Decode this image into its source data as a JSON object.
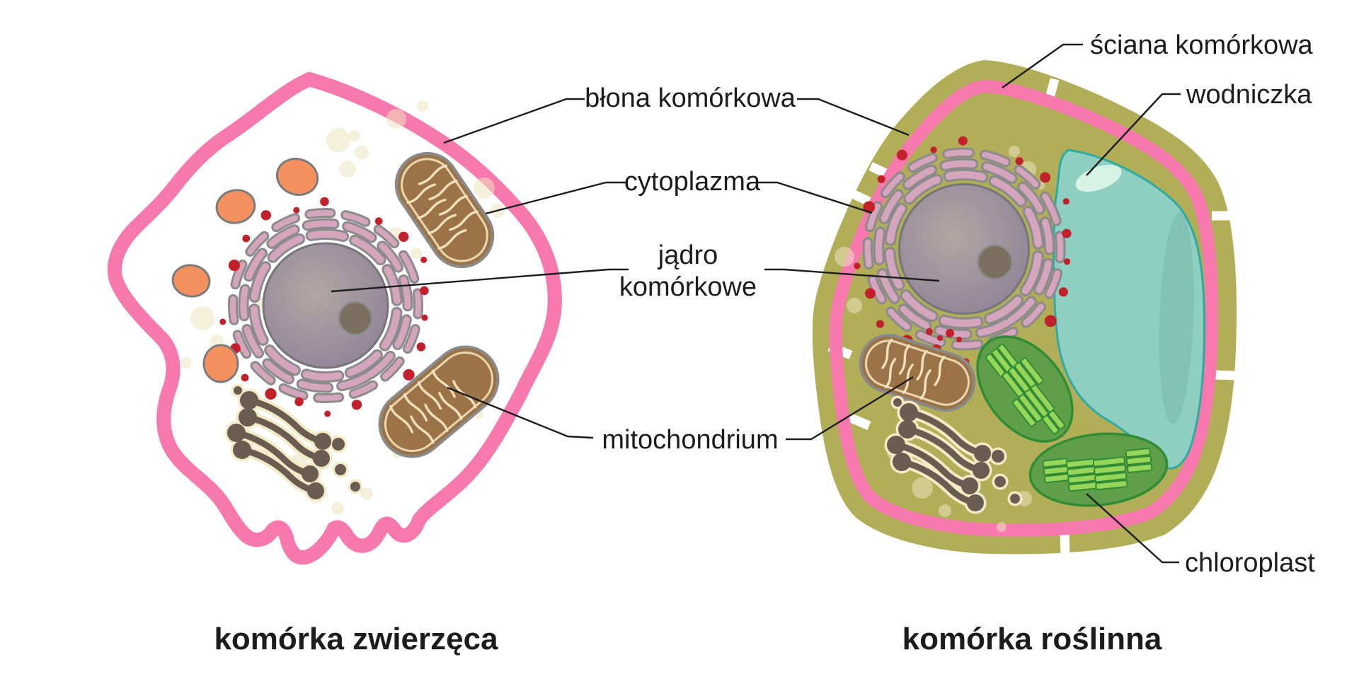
{
  "labels": {
    "cell_membrane": "błona komórkowa",
    "cytoplasm": "cytoplazma",
    "nucleus_line1": "jądro",
    "nucleus_line2": "komórkowe",
    "mitochondrion": "mitochondrium",
    "cell_wall": "ściana komórkowa",
    "vacuole": "wodniczka",
    "chloroplast": "chloroplast"
  },
  "captions": {
    "animal": "komórka zwierzęca",
    "plant": "komórka roślinna"
  },
  "colors": {
    "membrane_pink": "#f778ad",
    "membrane_gray": "#b9c7cf",
    "cell_wall": "#b2ae58",
    "cytoplasm_light": "#d9d1ae",
    "cytoplasm_dark": "#c8bd96",
    "nucleus_center": "#b2a7a3",
    "nucleus_edge": "#8b7e97",
    "nucleolus": "#7b7060",
    "er_pink": "#d4a5bc",
    "er_outline": "#8b8b8c",
    "ribosome_red": "#c2202a",
    "mitochondrion_brown": "#9c7347",
    "cristae_cream": "#f2e2bc",
    "organelle_outline": "#8a8a8a",
    "lysosome_orange": "#f4915e",
    "golgi_brown": "#6b5c51",
    "golgi_outline": "#f3ebc6",
    "vacuole_fill": "#8ecfc2",
    "vacuole_stroke": "#2daaa1",
    "vacuole_highlight": "#daf4e7",
    "vacuole_shade": "#7ab8ac",
    "chloroplast_fill": "#5f9f4a",
    "chloroplast_stroke": "#2f8c35",
    "granum_fill": "#98d65a",
    "vesicle_cream": "#ece3bd",
    "leader_color": "#1c1c1c",
    "text_color": "#1c1c1c"
  }
}
